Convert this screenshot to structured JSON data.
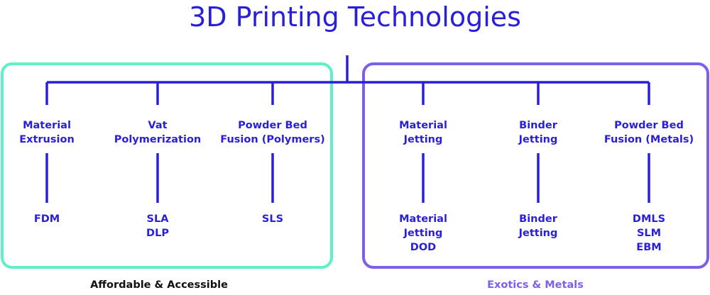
{
  "title": "3D Printing Technologies",
  "colors": {
    "primary": "#2a1fd8",
    "green": "#5ff0c8",
    "purple": "#7d5fe8",
    "black": "#111111"
  },
  "groups": [
    {
      "id": "affordable",
      "label": "Affordable & Accessible",
      "frame_color": "#5ff0c8",
      "label_color": "#111111"
    },
    {
      "id": "exotics",
      "label": "Exotics & Metals",
      "frame_color": "#7d5fe8",
      "label_color": "#7d5fe8"
    }
  ],
  "categories": [
    {
      "name": [
        "Material",
        "Extrusion"
      ],
      "processes": [
        "FDM"
      ],
      "group": "affordable"
    },
    {
      "name": [
        "Vat",
        "Polymerization"
      ],
      "processes": [
        "SLA",
        "DLP"
      ],
      "group": "affordable"
    },
    {
      "name": [
        "Powder Bed",
        "Fusion (Polymers)"
      ],
      "processes": [
        "SLS"
      ],
      "group": "affordable"
    },
    {
      "name": [
        "Material",
        "Jetting"
      ],
      "processes": [
        "Material",
        "Jetting",
        "DOD"
      ],
      "group": "exotics"
    },
    {
      "name": [
        "Binder",
        "Jetting"
      ],
      "processes": [
        "Binder",
        "Jetting"
      ],
      "group": "exotics"
    },
    {
      "name": [
        "Powder Bed",
        "Fusion (Metals)"
      ],
      "processes": [
        "DMLS",
        "SLM",
        "EBM"
      ],
      "group": "exotics"
    }
  ]
}
